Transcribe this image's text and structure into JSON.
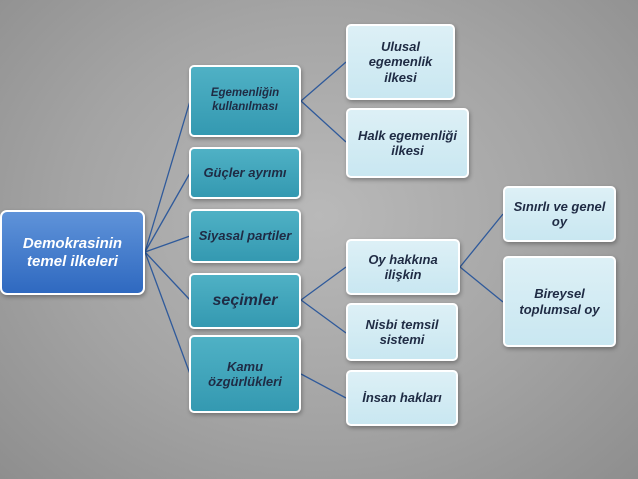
{
  "root": {
    "label": "Demokrasinin temel ilkeleri"
  },
  "principles": [
    {
      "label": "Egemenliğin kullanılması"
    },
    {
      "label": "Güçler ayrımı"
    },
    {
      "label": "Siyasal partiler"
    },
    {
      "label": "seçimler"
    },
    {
      "label": "Kamu özgürlükleri"
    }
  ],
  "sovereignty": [
    {
      "label": "Ulusal egemenlik ilkesi"
    },
    {
      "label": "Halk egemenliği ilkesi"
    }
  ],
  "elections": [
    {
      "label": "Oy hakkına ilişkin"
    },
    {
      "label": "Nisbi temsil sistemi"
    }
  ],
  "liberties": [
    {
      "label": "İnsan hakları"
    }
  ],
  "voting": [
    {
      "label": "Sınırlı ve genel oy"
    },
    {
      "label": "Bireysel toplumsal oy"
    }
  ],
  "colors": {
    "root_fill": "#3f79c9",
    "level1_fill": "#3fa5bb",
    "level2_fill": "#d4ecf4",
    "connector": "#2f5a9b",
    "background": "#a8a8a8"
  }
}
